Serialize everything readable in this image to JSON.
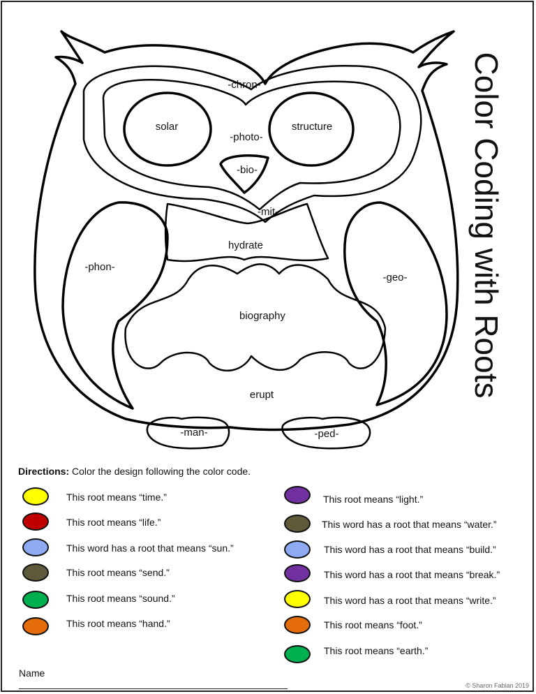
{
  "title": "Color Coding with Roots",
  "owl_labels": {
    "chron": "-chron-",
    "solar": "solar",
    "structure": "structure",
    "photo": "-photo-",
    "bio": "-bio-",
    "mit": "-mit-",
    "hydrate": "hydrate",
    "phon": "-phon-",
    "geo": "-geo-",
    "biography": "biography",
    "erupt": "erupt",
    "man": "-man-",
    "ped": "-ped-"
  },
  "directions": {
    "label": "Directions:",
    "text": "Color the design following the color code."
  },
  "key_left": [
    {
      "color": "#ffff00",
      "text": "This root means “time.”"
    },
    {
      "color": "#c00000",
      "text": "This root means “life.”"
    },
    {
      "color": "#8eaaf3",
      "text": "This word has a root that means “sun.”"
    },
    {
      "color": "#5e5a3a",
      "text": "This root means “send.”"
    },
    {
      "color": "#00b050",
      "text": "This root means “sound.”"
    },
    {
      "color": "#e46c0a",
      "text": "This root means “hand.”"
    }
  ],
  "key_right": [
    {
      "color": "#7030a0",
      "text": "This root means “light.”"
    },
    {
      "color": "#5e5a3a",
      "text": "This word  has a root that means “water.”"
    },
    {
      "color": "#8eaaf3",
      "text": "This word has a root that means “build.”"
    },
    {
      "color": "#7030a0",
      "text": "This word has a root that means “break.”"
    },
    {
      "color": "#ffff00",
      "text": "This word has a root that means “write.”"
    },
    {
      "color": "#e46c0a",
      "text": "This root means “foot.”"
    },
    {
      "color": "#00b050",
      "text": "This root means “earth.”"
    }
  ],
  "name_label": "Name",
  "copyright": "© Sharon Fabian 2019"
}
